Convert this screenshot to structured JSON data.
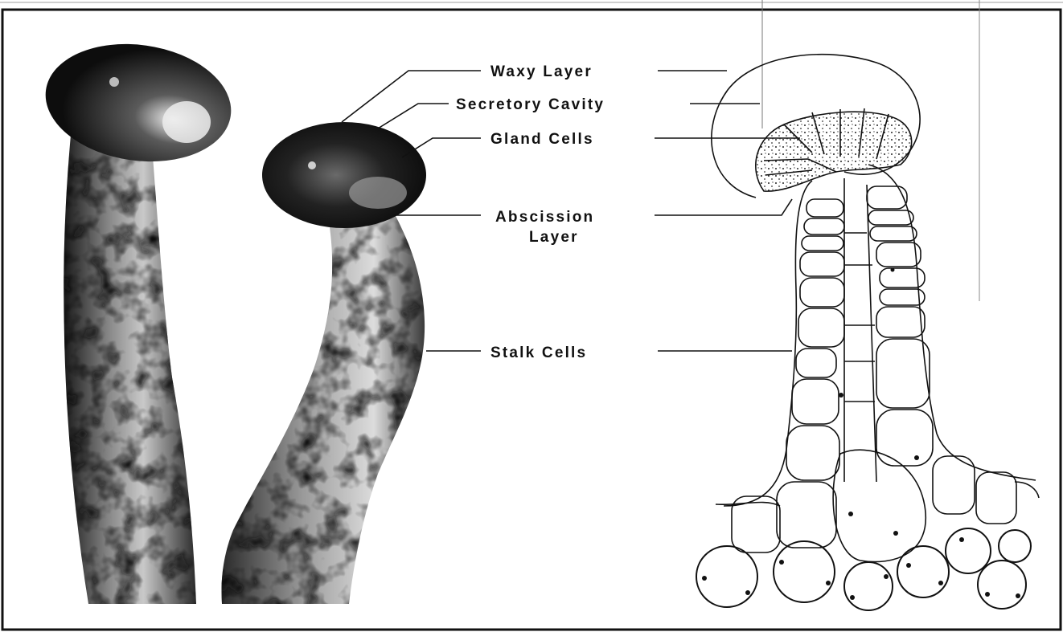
{
  "labels": {
    "waxy_layer": "Waxy Layer",
    "secretory_cavity": "Secretory Cavity",
    "gland_cells": "Gland Cells",
    "abscission_line1": "Abscission",
    "abscission_line2": "Layer",
    "stalk_cells": "Stalk Cells"
  },
  "colors": {
    "ink": "#111111",
    "photo_dark": "#141414",
    "photo_mid": "#5a5a5a",
    "photo_light": "#d8d8d8",
    "paper": "#ffffff"
  }
}
